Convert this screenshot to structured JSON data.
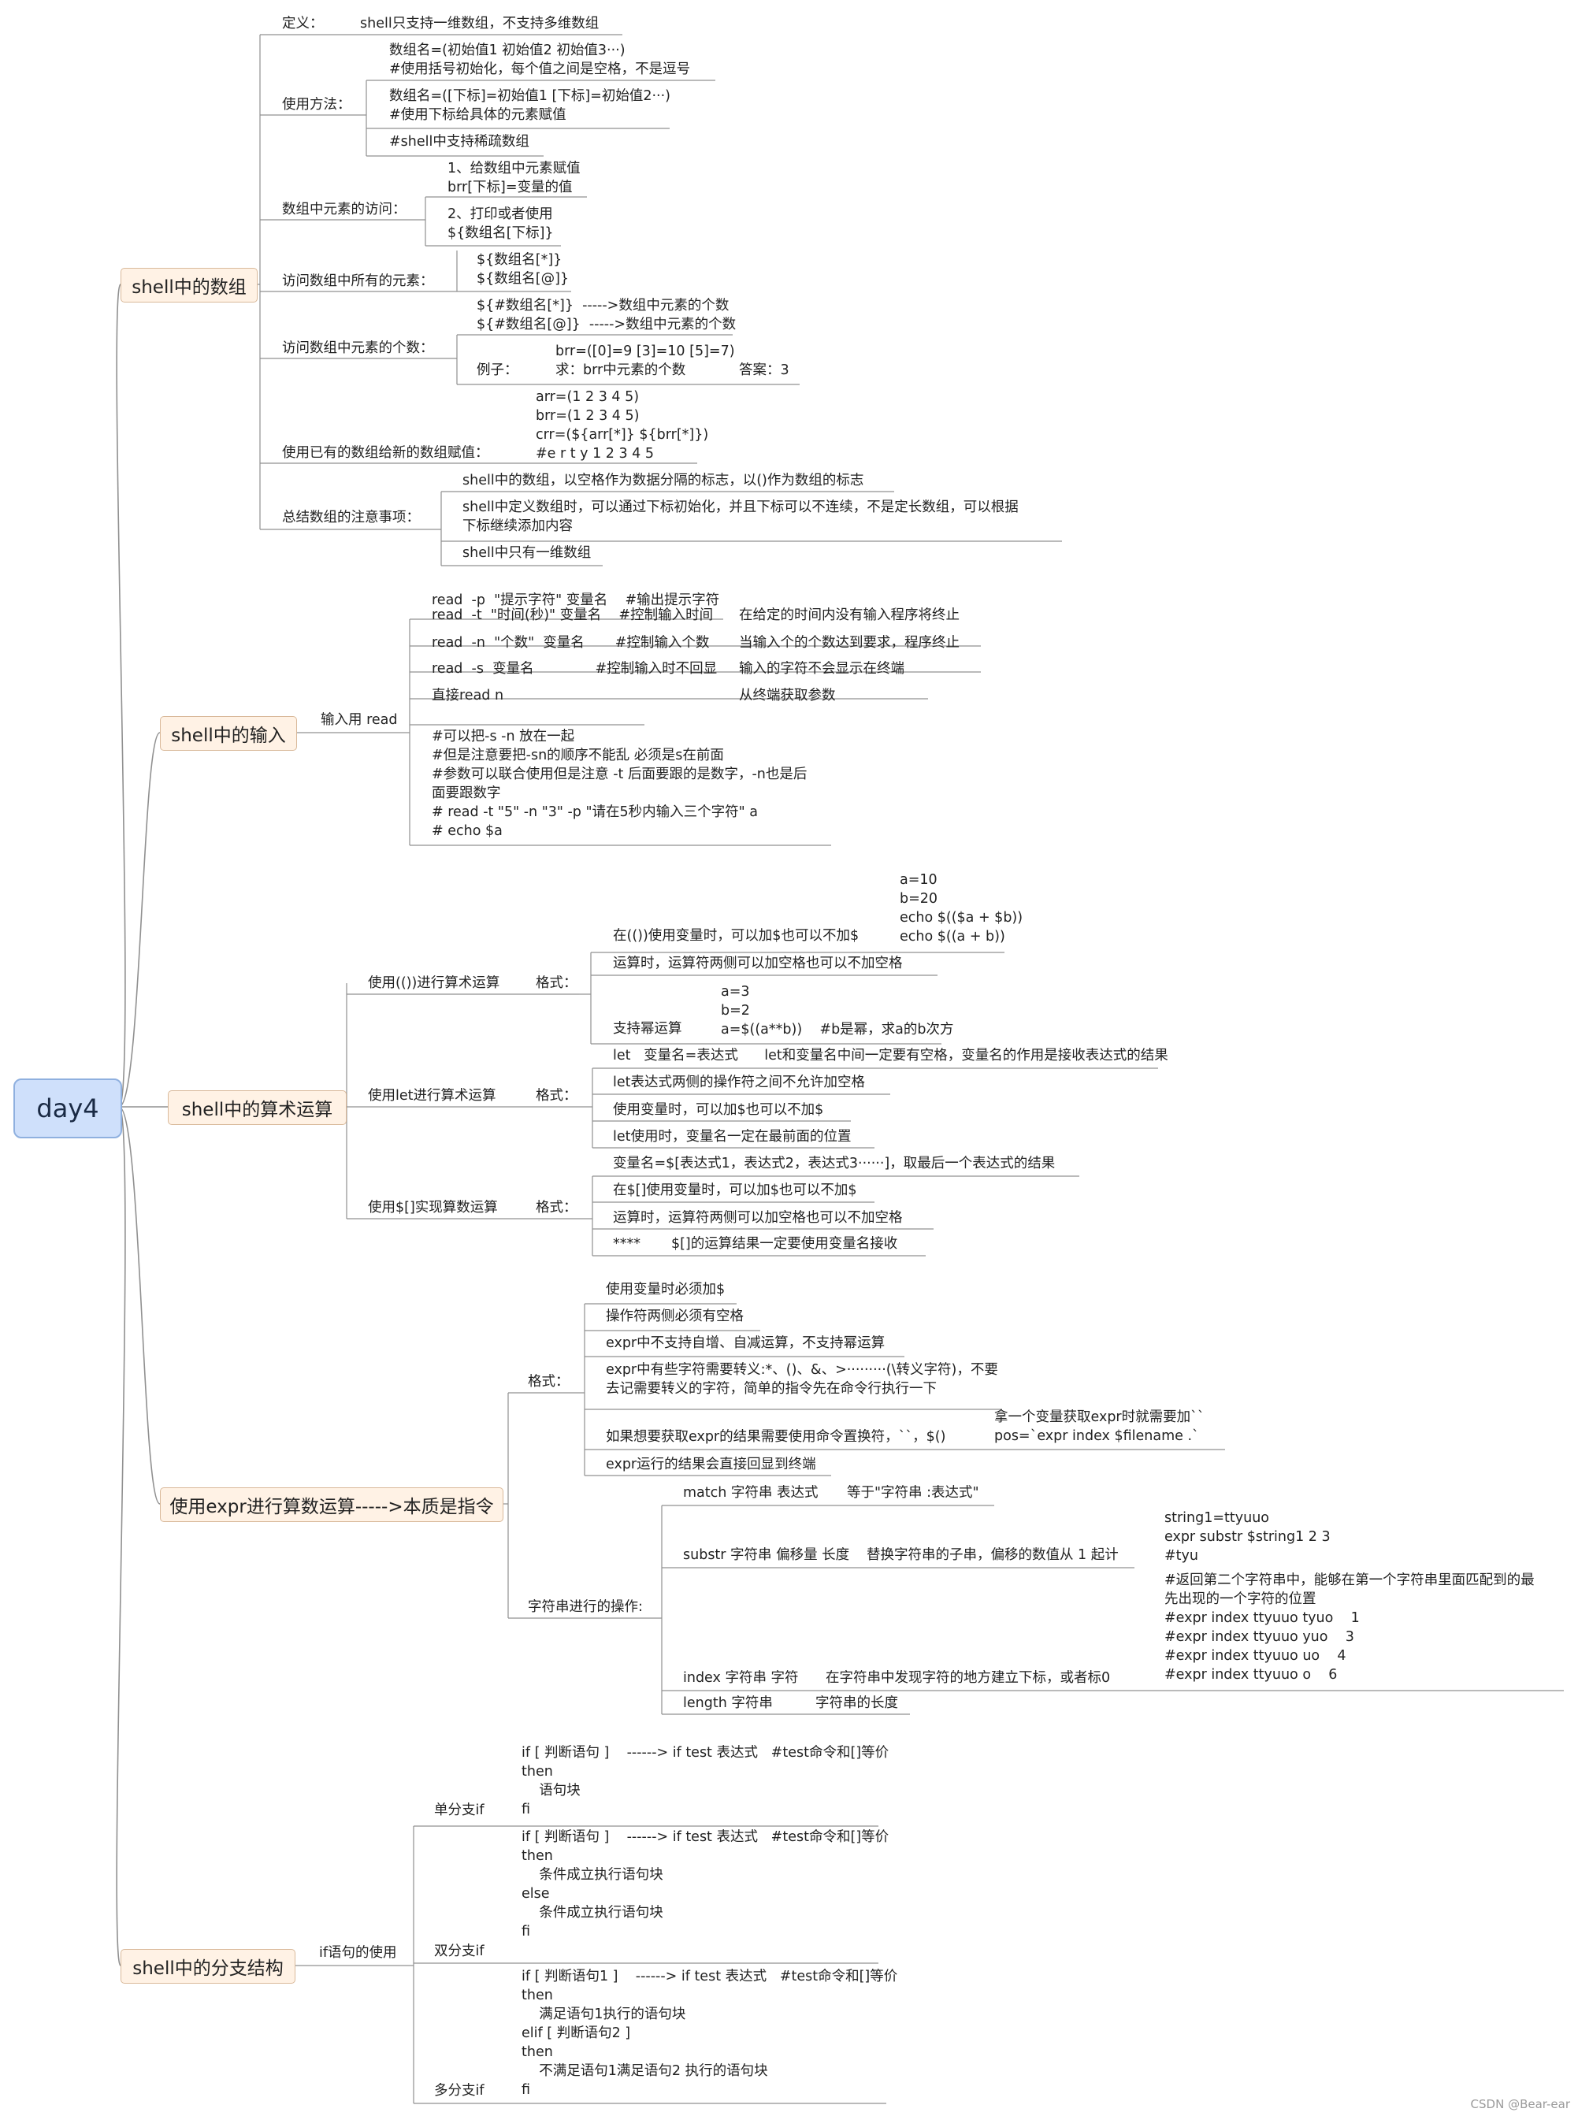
{
  "root": "day4",
  "watermark": "CSDN @Bear-ear",
  "topics": {
    "array": {
      "label": "shell中的数组",
      "definition": {
        "label": "定义：",
        "text": "shell只支持一维数组，不支持多维数组"
      },
      "usage": {
        "label": "使用方法：",
        "items": [
          "数组名=(初始值1 初始值2 初始值3···)\n#使用括号初始化，每个值之间是空格，不是逗号",
          "数组名=([下标]=初始值1 [下标]=初始值2···)\n#使用下标给具体的元素赋值",
          "#shell中支持稀疏数组"
        ]
      },
      "access": {
        "label": "数组中元素的访问：",
        "items": [
          "1、给数组中元素赋值\nbrr[下标]=变量的值",
          "2、打印或者使用\n${数组名[下标]}"
        ]
      },
      "access_all": {
        "label": "访问数组中所有的元素：",
        "text": "${数组名[*]}\n${数组名[@]}"
      },
      "count": {
        "label": "访问数组中元素的个数：",
        "text": "${#数组名[*]}  ----->数组中元素的个数\n${#数组名[@]}  ----->数组中元素的个数",
        "example_label": "例子：",
        "example_code": "brr=([0]=9 [3]=10 [5]=7)",
        "example_question": "求：brr中元素的个数",
        "example_answer": "答案：3"
      },
      "assign": {
        "label": "使用已有的数组给新的数组赋值：",
        "text": "arr=(1 2 3 4 5)\nbrr=(1 2 3 4 5)\ncrr=(${arr[*]} ${brr[*]})\n#e r t y 1 2 3 4 5"
      },
      "notes": {
        "label": "总结数组的注意事项：",
        "items": [
          "shell中的数组，以空格作为数据分隔的标志，以()作为数组的标志",
          "shell中定义数组时，可以通过下标初始化，并且下标可以不连续，不是定长数组，可以根据\n下标继续添加内容",
          "shell中只有一维数组"
        ]
      }
    },
    "input": {
      "label": "shell中的输入",
      "sub_label": "输入用 read",
      "rows": [
        {
          "cmd": "read  -p  \"提示字符\" 变量名    #输出提示字符",
          "desc": ""
        },
        {
          "cmd": "read  -t  \"时间(秒)\" 变量名    #控制输入时间",
          "desc": "在给定的时间内没有输入程序将终止"
        },
        {
          "cmd": "read  -n  \"个数\"  变量名       #控制输入个数",
          "desc": "当输入个的个数达到要求，程序终止"
        },
        {
          "cmd": "read  -s  变量名              #控制输入时不回显",
          "desc": "输入的字符不会显示在终端"
        },
        {
          "cmd": "直接read n",
          "desc": "从终端获取参数"
        }
      ],
      "combined": "#可以把-s -n 放在一起\n#但是注意要把-sn的顺序不能乱 必须是s在前面\n#参数可以联合使用但是注意 -t 后面要跟的是数字，-n也是后\n面要跟数字\n# read -t \"5\" -n \"3\" -p \"请在5秒内输入三个字符\" a\n# echo $a"
    },
    "arith": {
      "label": "shell中的算术运算",
      "format_label": "格式：",
      "double_paren": {
        "label": "使用(())进行算术运算",
        "items": [
          {
            "text": "在(())使用变量时，可以加$也可以不加$",
            "example": "a=10\nb=20\necho $(($a + $b))\necho $((a + b))"
          },
          {
            "text": "运算时，运算符两侧可以加空格也可以不加空格",
            "example": ""
          },
          {
            "text": "支持幂运算",
            "example": "a=3\nb=2\na=$((a**b))    #b是幂，求a的b次方"
          }
        ]
      },
      "let": {
        "label": "使用let进行算术运算",
        "items": [
          "let   变量名=表达式      let和变量名中间一定要有空格，变量名的作用是接收表达式的结果",
          "let表达式两侧的操作符之间不允许加空格",
          "使用变量时，可以加$也可以不加$",
          "let使用时，变量名一定在最前面的位置"
        ]
      },
      "bracket": {
        "label": "使用$[]实现算数运算",
        "items": [
          "变量名=$[表达式1，表达式2，表达式3······]，取最后一个表达式的结果",
          "在$[]使用变量时，可以加$也可以不加$",
          "运算时，运算符两侧可以加空格也可以不加空格",
          "****       $[]的运算结果一定要使用变量名接收"
        ]
      }
    },
    "expr": {
      "label": "使用expr进行算数运算----->本质是指令",
      "format": {
        "label": "格式：",
        "items": [
          "使用变量时必须加$",
          "操作符两侧必须有空格",
          "expr中不支持自增、自减运算，不支持幂运算",
          "expr中有些字符需要转义:*、()、&、>·········(\\转义字符)，不要\n去记需要转义的字符，简单的指令先在命令行执行一下",
          "如果想要获取expr的结果需要使用命令置换符，``，$()",
          "expr运行的结果会直接回显到终端"
        ],
        "capture_note": "拿一个变量获取expr时就需要加``\npos=`expr index $filename .`"
      },
      "string": {
        "label": "字符串进行的操作:",
        "items": [
          {
            "cmd": "match 字符串 表达式",
            "desc": "等于\"字符串 :表达式\"",
            "example": ""
          },
          {
            "cmd": "substr 字符串 偏移量 长度",
            "desc": "替换字符串的子串，偏移的数值从 1 起计",
            "example": "string1=ttyuuo\nexpr substr $string1 2 3\n#tyu"
          },
          {
            "cmd": "index 字符串 字符",
            "desc": "在字符串中发现字符的地方建立下标，或者标0",
            "example": "#返回第二个字符串中，能够在第一个字符串里面匹配到的最\n先出现的一个字符的位置\n#expr index ttyuuo tyuo    1\n#expr index ttyuuo yuo    3\n#expr index ttyuuo uo    4\n#expr index ttyuuo o    6"
          },
          {
            "cmd": "length 字符串",
            "desc": "字符串的长度",
            "example": ""
          }
        ]
      }
    },
    "branch": {
      "label": "shell中的分支结构",
      "sub_label": "if语句的使用",
      "single": {
        "label": "单分支if",
        "code": "if [ 判断语句 ]    ------> if test 表达式   #test命令和[]等价\nthen\n    语句块\nfi"
      },
      "double": {
        "label": "双分支if",
        "code": "if [ 判断语句 ]    ------> if test 表达式   #test命令和[]等价\nthen\n    条件成立执行语句块\nelse\n    条件成立执行语句块\nfi"
      },
      "multi": {
        "label": "多分支if",
        "code": "if [ 判断语句1 ]    ------> if test 表达式   #test命令和[]等价\nthen\n    满足语句1执行的语句块\nelif [ 判断语句2 ]\nthen\n    不满足语句1满足语句2 执行的语句块\nfi"
      }
    }
  }
}
